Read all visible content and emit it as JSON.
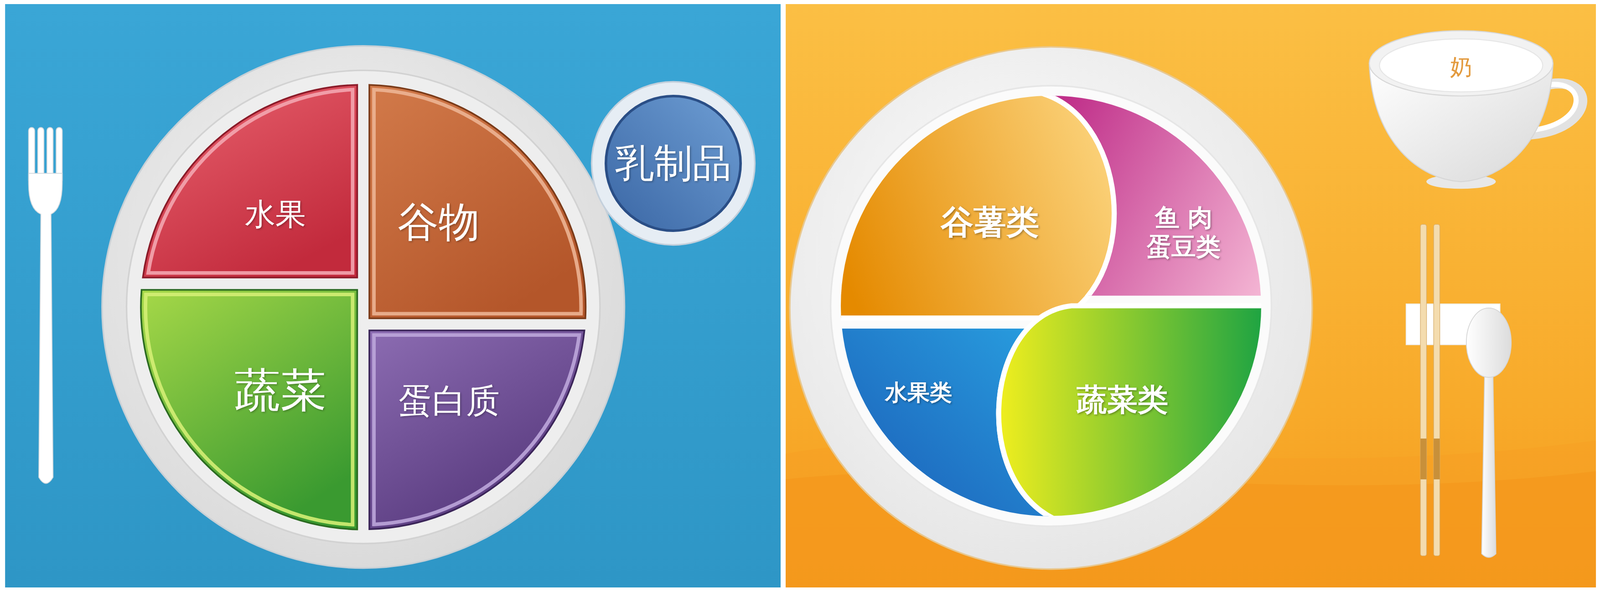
{
  "diagram": {
    "nodes": [
      {
        "text": [
          "水果"
        ]
      },
      {
        "text": [
          "谷物"
        ]
      },
      {
        "text": [
          "蔬菜"
        ]
      },
      {
        "text": [
          "蛋白质"
        ]
      },
      {
        "text": [
          "乳制品"
        ]
      },
      {
        "text": [
          "谷薯类"
        ]
      },
      {
        "text": [
          "鱼 肉 蛋豆类"
        ]
      },
      {
        "text": [
          "水果类"
        ]
      },
      {
        "text": [
          "蔬菜类"
        ]
      },
      {
        "text": [
          "奶"
        ]
      }
    ]
  }
}
